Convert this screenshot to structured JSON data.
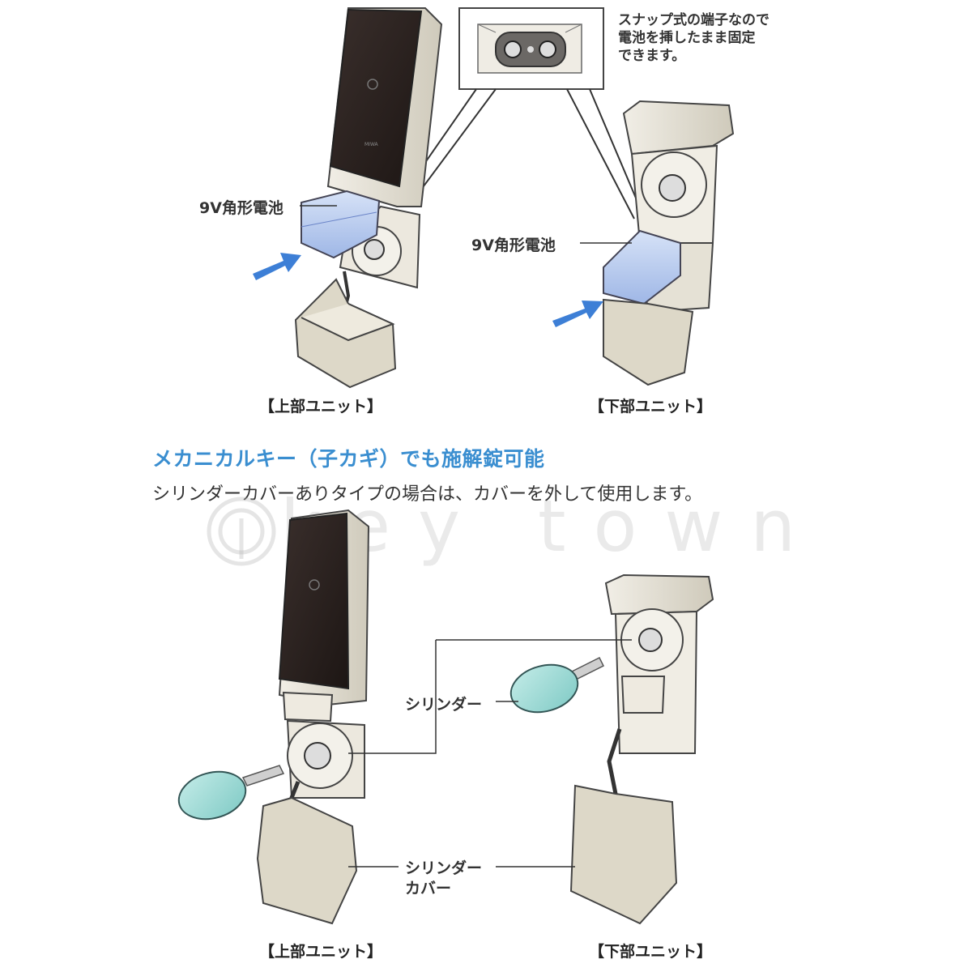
{
  "snap_note": "スナップ式の端子なので\n電池を挿したまま固定\nできます。",
  "battery_label_left": "9V角形電池",
  "battery_label_right": "9V角形電池",
  "caption_upper_top": "【上部ユニット】",
  "caption_lower_top": "【下部ユニット】",
  "heading": "メカニカルキー（子カギ）でも施解錠可能",
  "body_text": "シリンダーカバーありタイプの場合は、カバーを外して使用します。",
  "watermark": "key town",
  "cylinder_label": "シリンダー",
  "cylinder_cover_label_line1": "シリンダー",
  "cylinder_cover_label_line2": "カバー",
  "caption_upper_bottom": "【上部ユニット】",
  "caption_lower_bottom": "【下部ユニット】",
  "colors": {
    "accent": "#3a8ed0",
    "device_body": "#e6e2d6",
    "device_panel": "#2b2220",
    "battery": "#b8cbee",
    "key_head": "#9fdad6",
    "arrow": "#3d7fd6"
  }
}
